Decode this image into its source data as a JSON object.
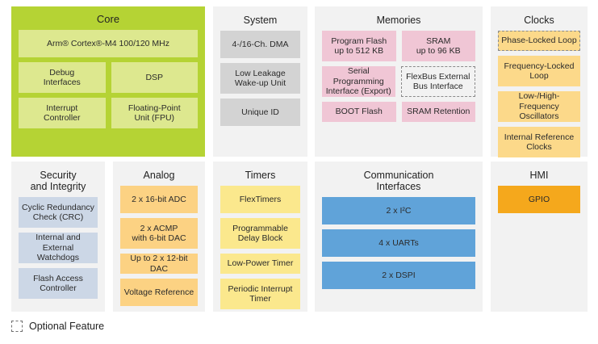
{
  "diagram": {
    "legend": {
      "swatch_name": "dashed-box-swatch",
      "label": "Optional Feature"
    },
    "colors": {
      "core_panel": "#b5d334",
      "core_block": "#dde88f",
      "panel_background": "#f2f2f2",
      "system_block": "#d3d3d3",
      "memory_block": "#f0c6d5",
      "clock_block": "#fcd98a",
      "analog_block": "#fcd283",
      "timer_block": "#fbe88d",
      "comm_block": "#60a3d9",
      "hmi_block": "#f5a81c",
      "security_block": "#ccd7e6",
      "optional_border": "#8a8a8a"
    },
    "panels": {
      "core": {
        "title": "Core",
        "blocks": {
          "cpu": "Arm® Cortex®-M4 100/120 MHz",
          "debug": "Debug\nInterfaces",
          "dsp": "DSP",
          "interrupt": "Interrupt\nController",
          "fpu": "Floating-Point\nUnit (FPU)"
        }
      },
      "system": {
        "title": "System",
        "blocks": {
          "dma": "4-/16-Ch. DMA",
          "llwu": "Low Leakage\nWake-up Unit",
          "uid": "Unique ID"
        }
      },
      "memories": {
        "title": "Memories",
        "blocks": {
          "program_flash": "Program Flash\nup to 512 KB",
          "sram": "SRAM\nup to 96 KB",
          "spi_export": "Serial Programming\nInterface (Export)",
          "flexbus": "FlexBus External\nBus Interface",
          "boot_flash": "BOOT Flash",
          "sram_retention": "SRAM Retention"
        }
      },
      "clocks": {
        "title": "Clocks",
        "blocks": {
          "pll": "Phase-Locked Loop",
          "fll": "Frequency-Locked\nLoop",
          "oscillators": "Low-/High-\nFrequency Oscillators",
          "internal_ref": "Internal Reference\nClocks"
        }
      },
      "security": {
        "title": "Security\nand Integrity",
        "blocks": {
          "crc": "Cyclic Redundancy\nCheck (CRC)",
          "watchdogs": "Internal and\nExternal Watchdogs",
          "fac": "Flash Access\nController"
        }
      },
      "analog": {
        "title": "Analog",
        "blocks": {
          "adc": "2 x 16-bit ADC",
          "acmp": "2 x ACMP\nwith 6-bit DAC",
          "dac": "Up to 2 x 12-bit DAC",
          "vref": "Voltage Reference"
        }
      },
      "timers": {
        "title": "Timers",
        "blocks": {
          "flextimers": "FlexTimers",
          "pdb": "Programmable\nDelay Block",
          "lptmr": "Low-Power Timer",
          "pit": "Periodic Interrupt\nTimer"
        }
      },
      "communication": {
        "title": "Communication\nInterfaces",
        "blocks": {
          "i2c": "2 x I²C",
          "uart": "4 x UARTs",
          "dspi": "2 x DSPI"
        }
      },
      "hmi": {
        "title": "HMI",
        "blocks": {
          "gpio": "GPIO"
        }
      }
    }
  }
}
